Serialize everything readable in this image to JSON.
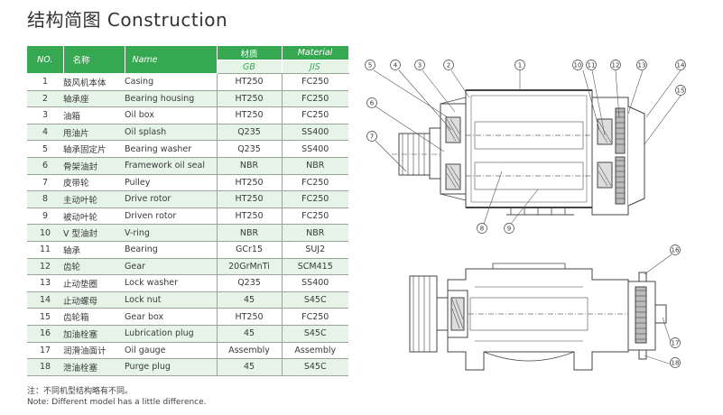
{
  "title": "结构简图 Construction",
  "table": {
    "headers": {
      "no": "NO.",
      "name_cn": "名称",
      "name_en": "Name",
      "material_cn": "材质",
      "material_en": "Material",
      "gb": "GB",
      "jis": "JIS"
    },
    "rows": [
      {
        "no": "1",
        "cn": "鼓风机本体",
        "en": "Casing",
        "gb": "HT250",
        "jis": "FC250"
      },
      {
        "no": "2",
        "cn": "轴承座",
        "en": "Bearing housing",
        "gb": "HT250",
        "jis": "FC250"
      },
      {
        "no": "3",
        "cn": "油箱",
        "en": "Oil box",
        "gb": "HT250",
        "jis": "FC250"
      },
      {
        "no": "4",
        "cn": "甩油片",
        "en": "Oil splash",
        "gb": "Q235",
        "jis": "SS400"
      },
      {
        "no": "5",
        "cn": "轴承固定片",
        "en": "Bearing washer",
        "gb": "Q235",
        "jis": "SS400"
      },
      {
        "no": "6",
        "cn": "骨架油封",
        "en": "Framework oil seal",
        "gb": "NBR",
        "jis": "NBR"
      },
      {
        "no": "7",
        "cn": "皮带轮",
        "en": "Pulley",
        "gb": "HT250",
        "jis": "FC250"
      },
      {
        "no": "8",
        "cn": "主动叶轮",
        "en": "Drive rotor",
        "gb": "HT250",
        "jis": "FC250"
      },
      {
        "no": "9",
        "cn": "被动叶轮",
        "en": "Driven rotor",
        "gb": "HT250",
        "jis": "FC250"
      },
      {
        "no": "10",
        "cn": "V 型油封",
        "en": "V-ring",
        "gb": "NBR",
        "jis": "NBR"
      },
      {
        "no": "11",
        "cn": "轴承",
        "en": "Bearing",
        "gb": "GCr15",
        "jis": "SUJ2"
      },
      {
        "no": "12",
        "cn": "齿轮",
        "en": "Gear",
        "gb": "20GrMnTi",
        "jis": "SCM415"
      },
      {
        "no": "13",
        "cn": "止动垫圈",
        "en": "Lock washer",
        "gb": "Q235",
        "jis": "SS400"
      },
      {
        "no": "14",
        "cn": "止动螺母",
        "en": "Lock nut",
        "gb": "45",
        "jis": "S45C"
      },
      {
        "no": "15",
        "cn": "齿轮箱",
        "en": "Gear box",
        "gb": "HT250",
        "jis": "FC250"
      },
      {
        "no": "16",
        "cn": "加油栓塞",
        "en": "Lubrication plug",
        "gb": "45",
        "jis": "S45C"
      },
      {
        "no": "17",
        "cn": "润滑油面计",
        "en": "Oil gauge",
        "gb": "Assembly",
        "jis": "Assembly"
      },
      {
        "no": "18",
        "cn": "泄油栓塞",
        "en": "Purge plug",
        "gb": "45",
        "jis": "S45C"
      }
    ]
  },
  "notes": {
    "cn": "注：不同机型结构略有不同。",
    "en": "Note: Different model has a little difference."
  },
  "drawing": {
    "callouts": [
      "1",
      "2",
      "3",
      "4",
      "5",
      "6",
      "7",
      "8",
      "9",
      "10",
      "11",
      "12",
      "13",
      "14",
      "15",
      "16",
      "17",
      "18"
    ]
  }
}
